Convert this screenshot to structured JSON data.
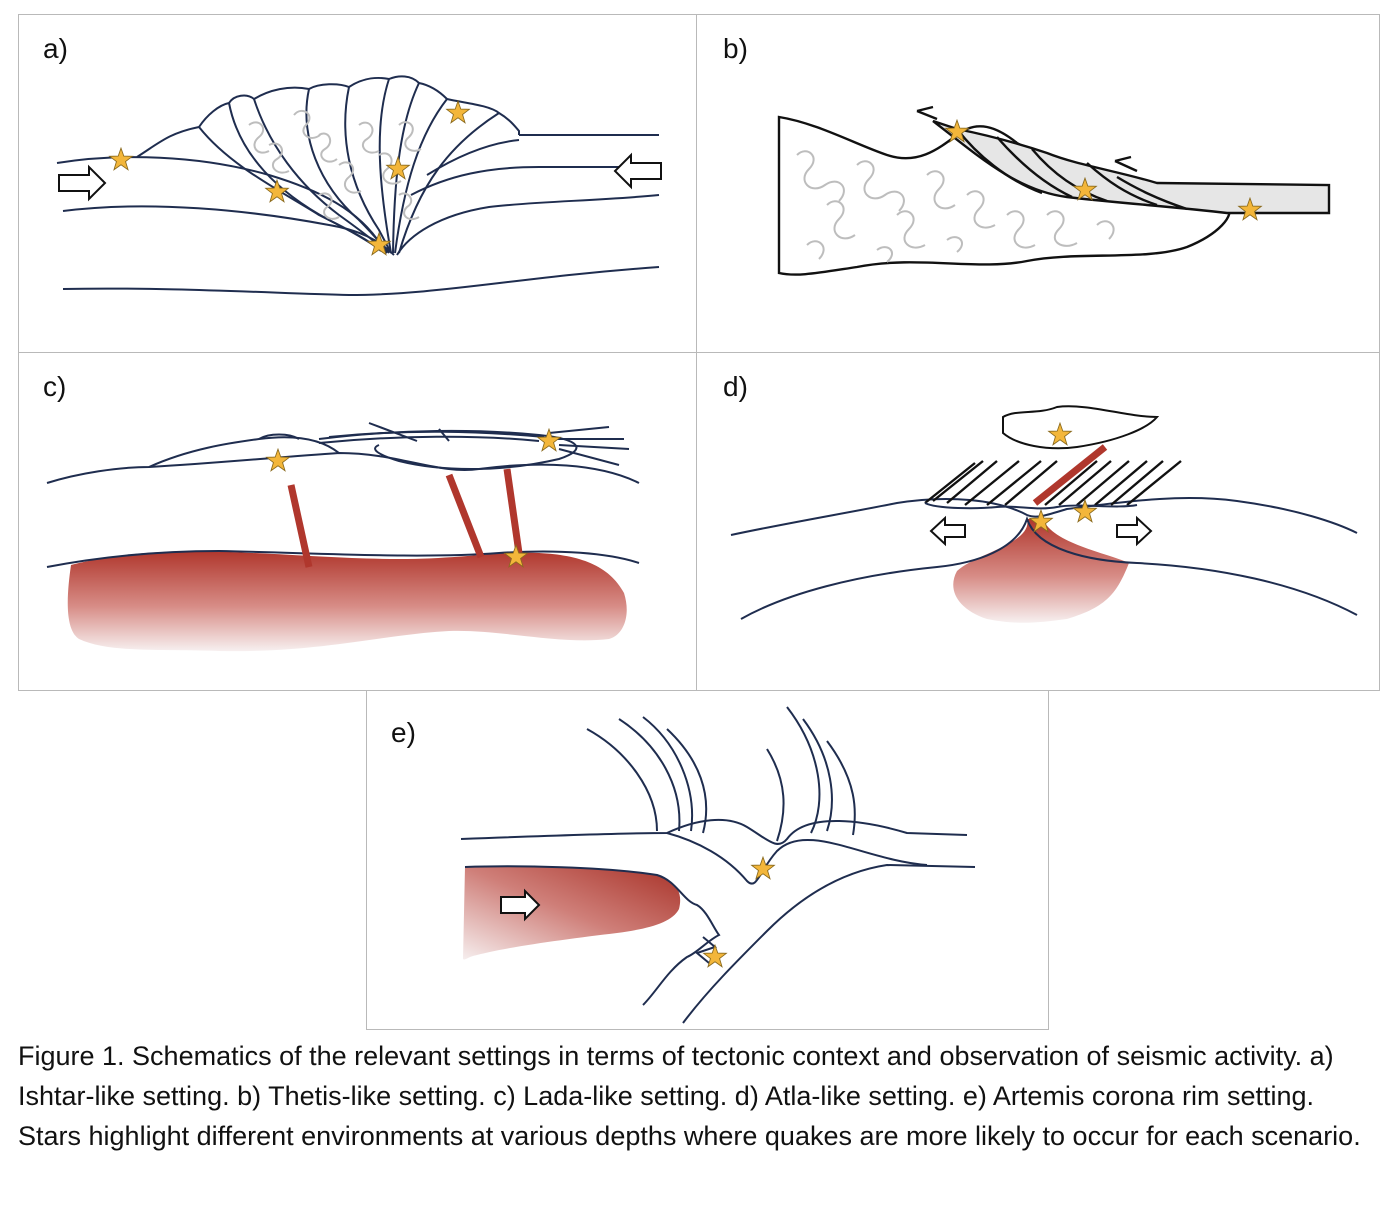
{
  "panels": {
    "a": {
      "label": "a)"
    },
    "b": {
      "label": "b)"
    },
    "c": {
      "label": "c)"
    },
    "d": {
      "label": "d)"
    },
    "e": {
      "label": "e)"
    }
  },
  "caption": "Figure 1. Schematics of the relevant settings in terms of tectonic context and observation of seismic activity. a) Ishtar-like setting. b) Thetis-like setting. c) Lada-like setting. d) Atla-like setting. e) Artemis corona rim setting. Stars highlight different environments at various depths where quakes are more likely to occur for each scenario.",
  "colors": {
    "line": "#1f2d4f",
    "magma": "#b0372d",
    "star": "#f3b63a",
    "fabric": "#bdbdbd",
    "crust_fill": "#e6e6e6"
  }
}
